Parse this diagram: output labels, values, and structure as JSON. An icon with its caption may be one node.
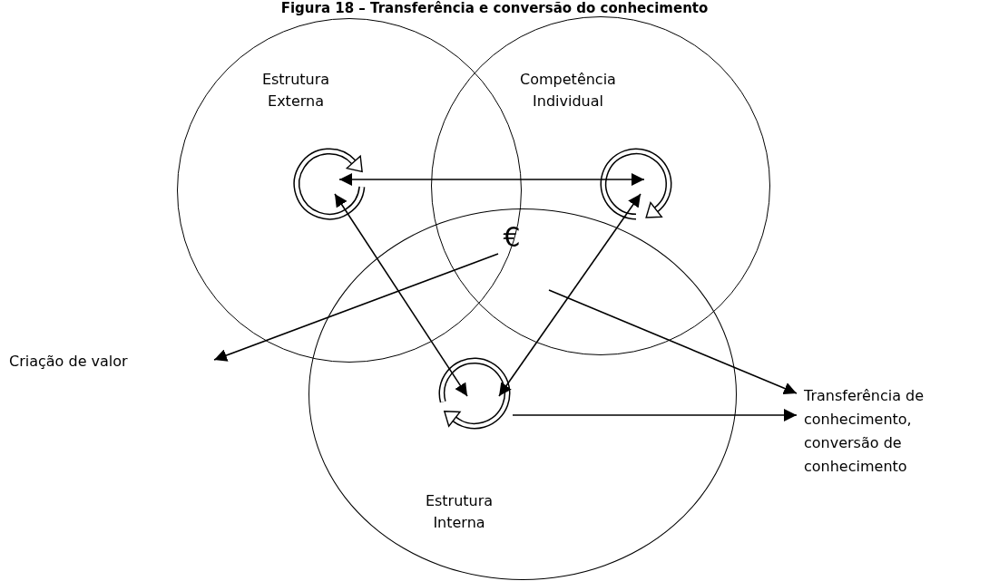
{
  "diagram": {
    "title": "Figura 18 – Transferência e conversão do conhecimento",
    "nodes": [
      {
        "text": [
          "Estrutura Externa"
        ]
      },
      {
        "text": [],
        "shape": "circle",
        "in": 0
      },
      {
        "text": [
          "Competência Individual"
        ]
      },
      {
        "text": [],
        "shape": "circle",
        "in": 2
      },
      {
        "text": [
          "Estrutura Interna"
        ]
      },
      {
        "text": [],
        "shape": "circle",
        "in": 4
      },
      {
        "text": [
          "€"
        ]
      },
      {
        "text": [
          "Criação de valor"
        ]
      },
      {
        "text": [
          "Transferência de conhecimento, conversão de conhecimento"
        ]
      }
    ],
    "edges": [
      {
        "from": 1,
        "to": 3,
        "arrow": "both"
      },
      {
        "from": 1,
        "to": 5,
        "arrow": "both"
      },
      {
        "from": 3,
        "to": 5,
        "arrow": "both"
      },
      {
        "from": 6,
        "to": 7,
        "arrow": "to"
      },
      {
        "from": null,
        "to": 8,
        "arrow": "to"
      },
      {
        "from": 5,
        "to": 8,
        "arrow": "to"
      }
    ]
  }
}
